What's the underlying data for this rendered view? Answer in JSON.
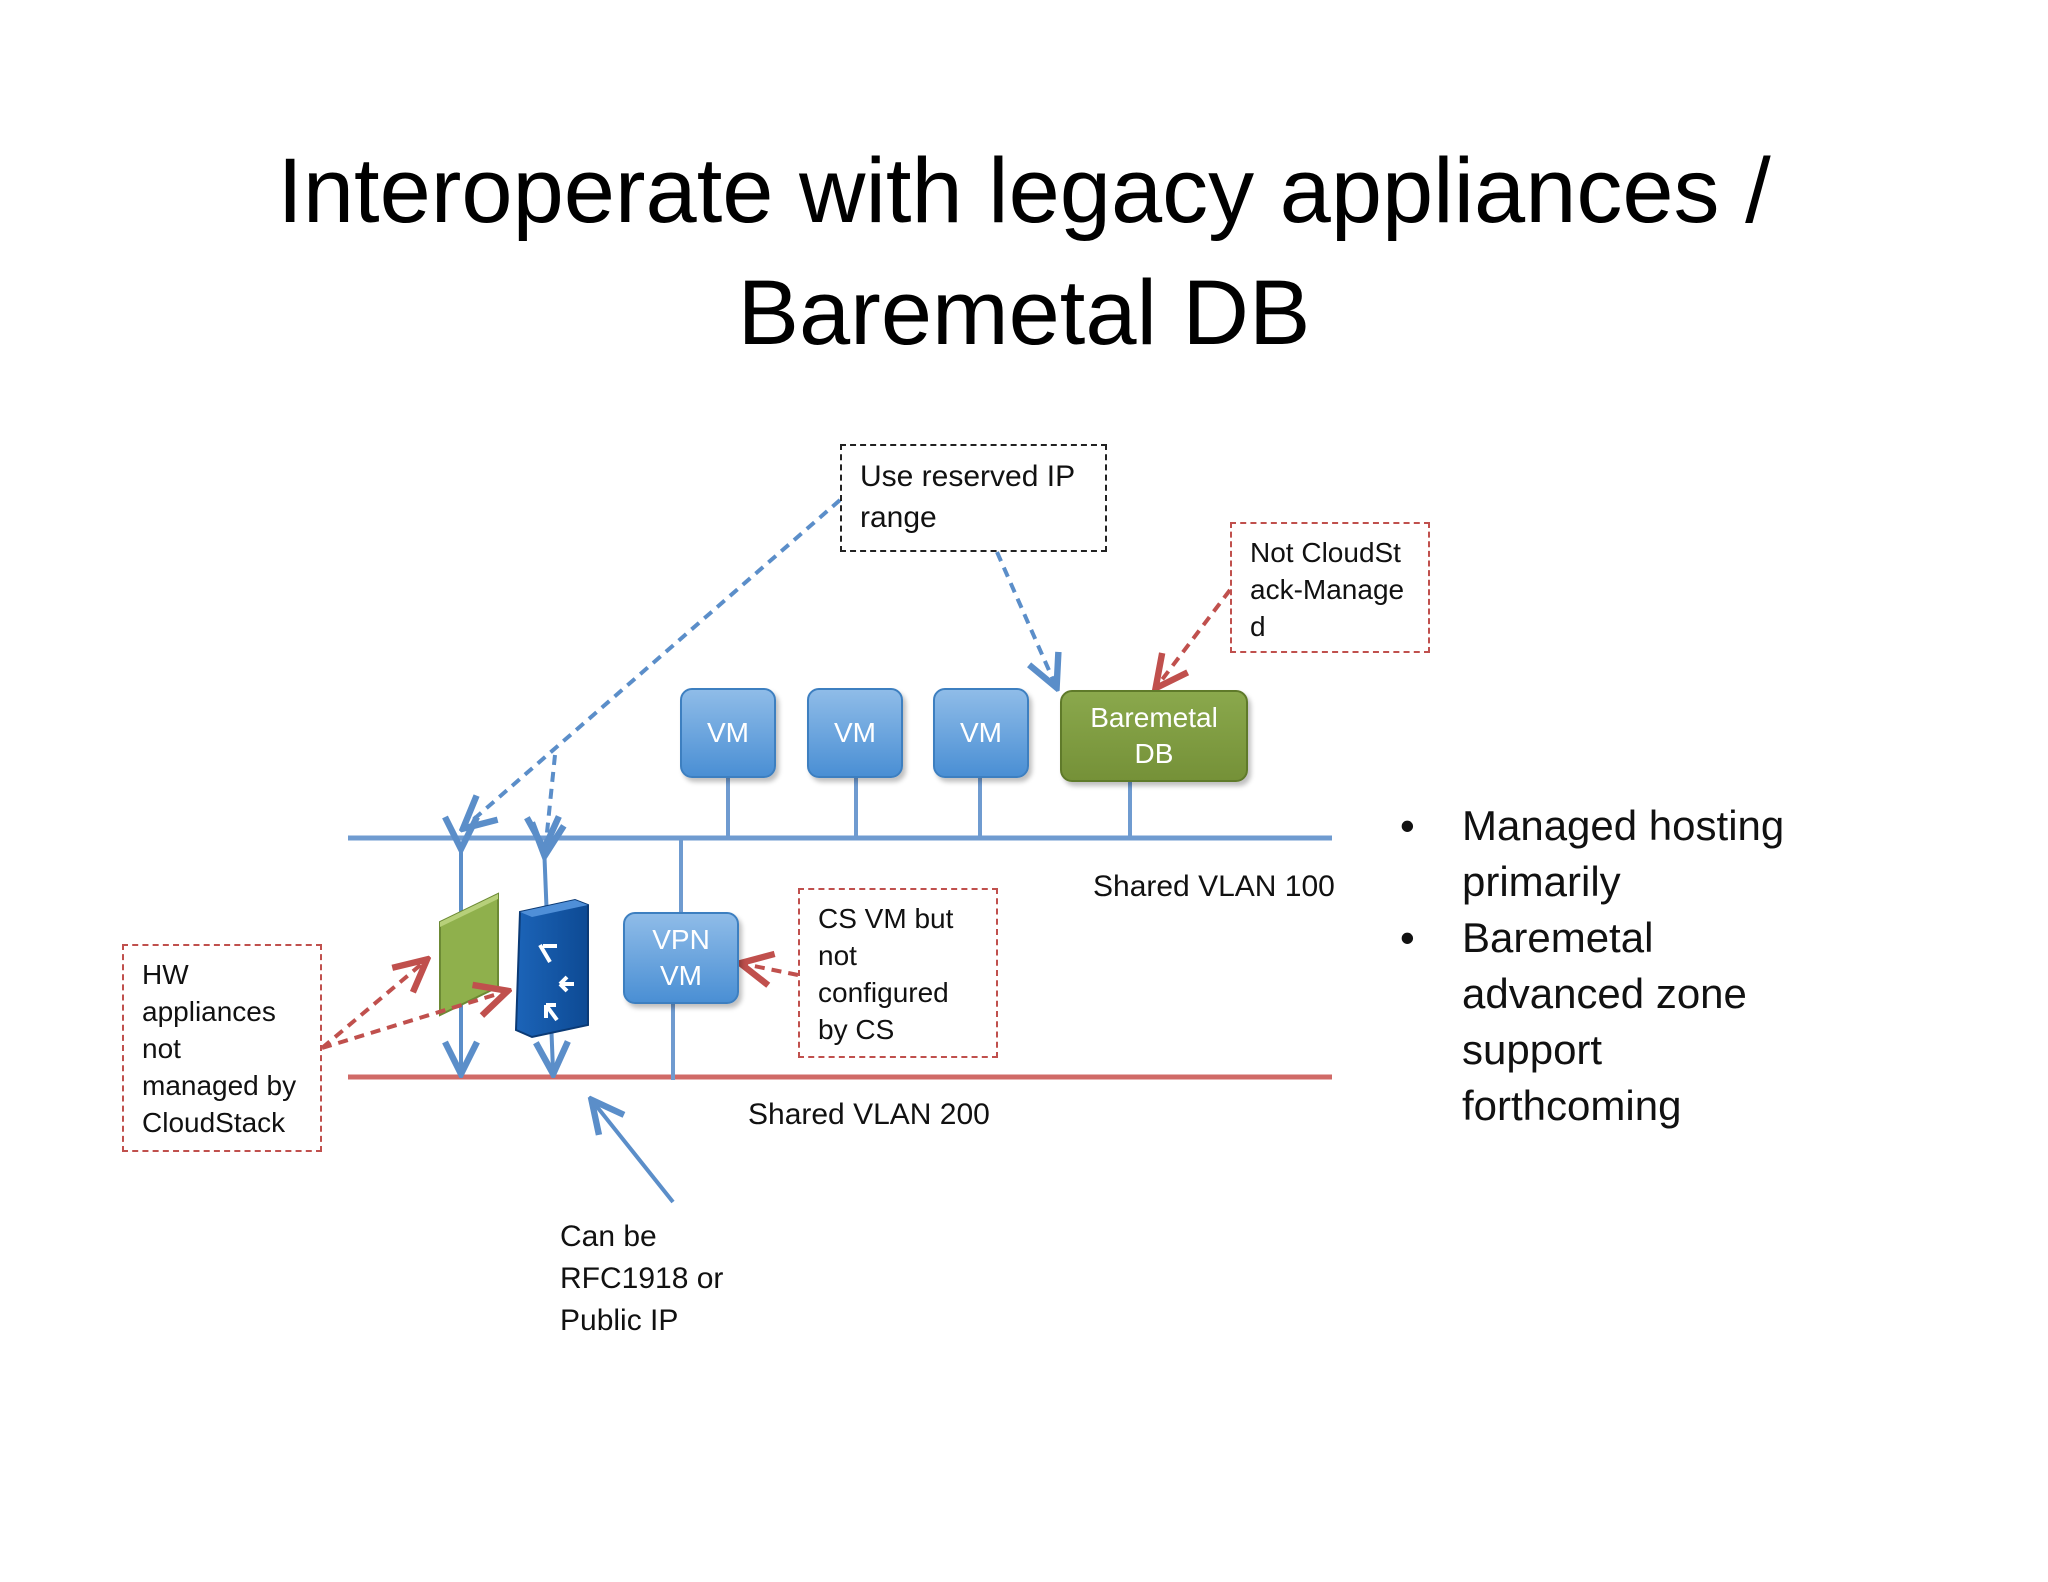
{
  "title": {
    "line1": "Interoperate with legacy appliances /",
    "line2": "Baremetal DB"
  },
  "callouts": {
    "reserved_ip": "Use reserved IP range",
    "not_managed": "Not CloudStack-Managed",
    "hw_appliances": "HW appliances not managed by CloudStack",
    "cs_vm": "CS VM but not configured by CS"
  },
  "nodes": {
    "vm1": "VM",
    "vm2": "VM",
    "vm3": "VM",
    "baremetal_db": "Baremetal DB",
    "vpn_vm": "VPN VM"
  },
  "labels": {
    "vlan100": "Shared VLAN 100",
    "vlan200": "Shared VLAN 200",
    "rfc1918": "Can be RFC1918 or Public IP"
  },
  "bullets": [
    "Managed hosting primarily",
    "Baremetal advanced zone support forthcoming"
  ],
  "colors": {
    "vlan100": "#6f9bd0",
    "vlan200": "#d06a67",
    "vm_blue": "#4a8fd4",
    "baremetal_green": "#759138",
    "callout_red": "#c0504d"
  }
}
